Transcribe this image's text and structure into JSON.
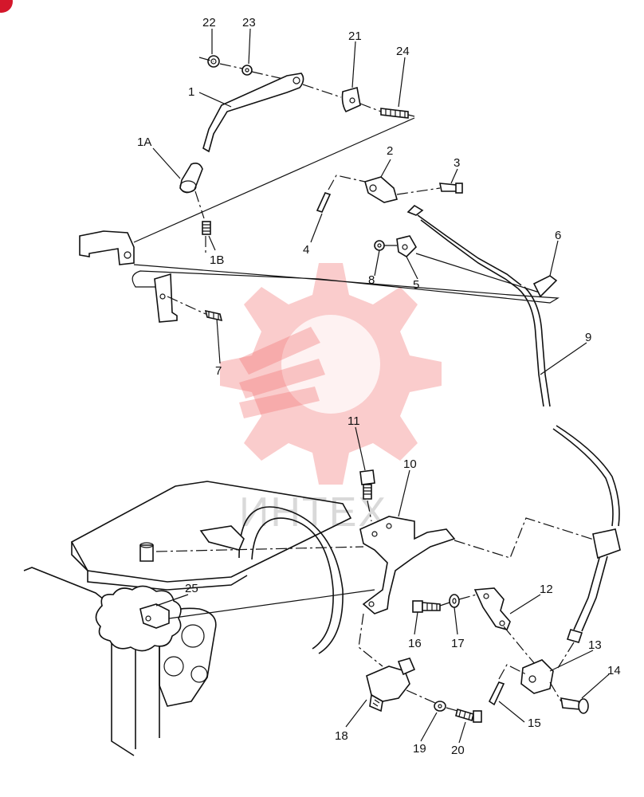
{
  "watermark": {
    "text": "ИНТЕХ",
    "color": "#f26d6d"
  },
  "callouts": [
    "1",
    "1A",
    "1B",
    "2",
    "3",
    "4",
    "5",
    "6",
    "7",
    "8",
    "9",
    "10",
    "11",
    "12",
    "13",
    "14",
    "15",
    "16",
    "17",
    "18",
    "19",
    "20",
    "21",
    "22",
    "23",
    "24",
    "25"
  ]
}
